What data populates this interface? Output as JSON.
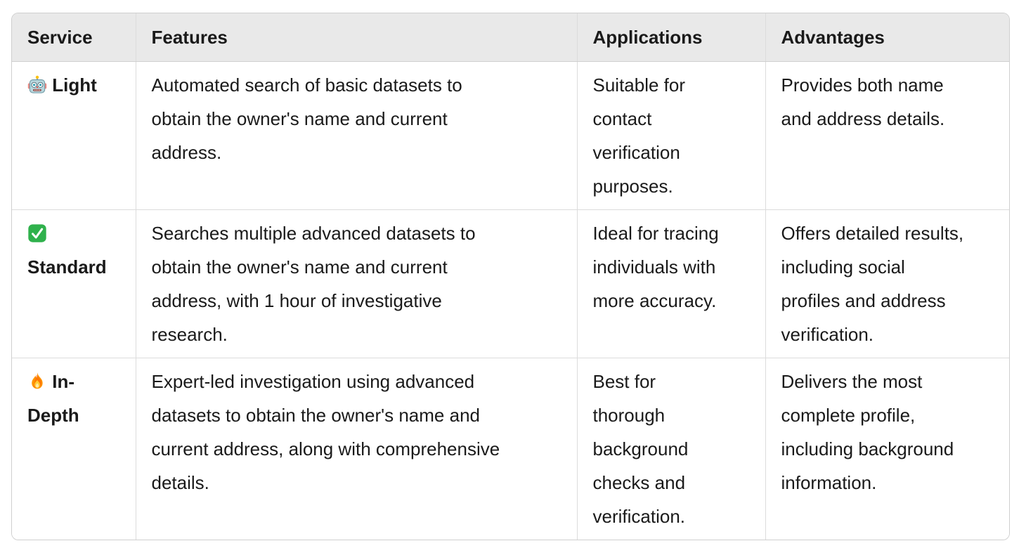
{
  "table": {
    "columns": [
      {
        "key": "service",
        "label": "Service"
      },
      {
        "key": "features",
        "label": "Features"
      },
      {
        "key": "applications",
        "label": "Applications"
      },
      {
        "key": "advantages",
        "label": "Advantages"
      }
    ],
    "rows": [
      {
        "icon": "robot-icon",
        "service": "Light",
        "features": "Automated search of basic datasets to obtain the owner's name and current address.",
        "applications": "Suitable for contact verification purposes.",
        "advantages": "Provides both name and address details."
      },
      {
        "icon": "check-icon",
        "service": "Standard",
        "features": "Searches multiple advanced datasets to obtain the owner's name and current address, with 1 hour of investigative research.",
        "applications": "Ideal for tracing individuals with more accuracy.",
        "advantages": "Offers detailed results, including social profiles and address verification."
      },
      {
        "icon": "fire-icon",
        "service": "In-Depth",
        "features": "Expert-led investigation using advanced datasets to obtain the owner's name and current address, along with comprehensive details.",
        "applications": "Best for thorough background checks and verification.",
        "advantages": "Delivers the most complete profile, including background information."
      }
    ]
  },
  "colors": {
    "text": "#1a1a1a",
    "header_bg": "#e9e9e9",
    "border": "#cfcfcf",
    "border_inner": "#dcdcdc",
    "check_green": "#2fb14c",
    "fire_orange": "#ff9500",
    "robot_teal": "#b7d6dd"
  }
}
